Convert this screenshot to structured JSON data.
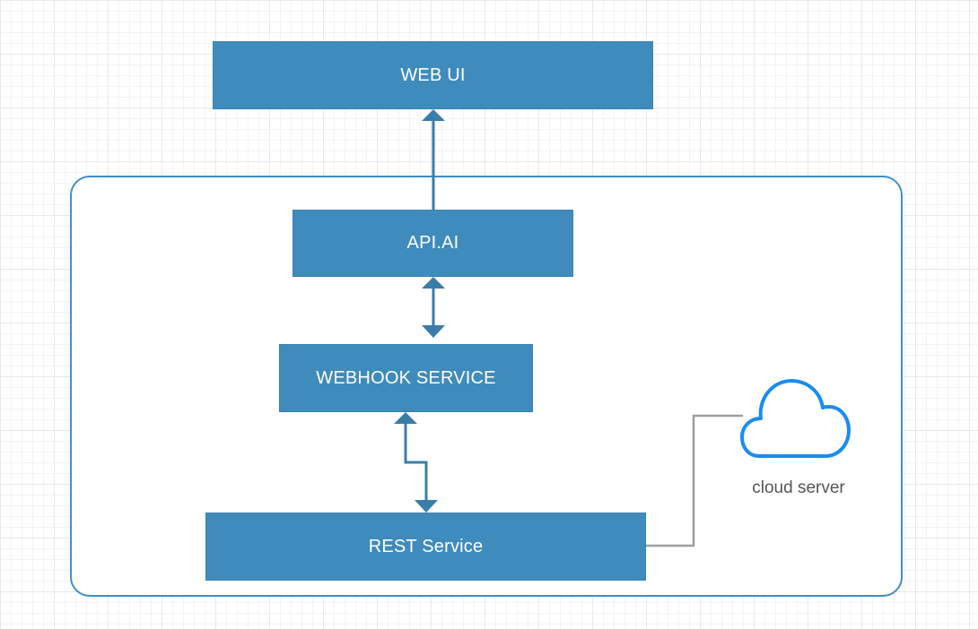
{
  "nodes": {
    "web_ui": "WEB UI",
    "api_ai": "API.AI",
    "webhook_service": "WEBHOOK SERVICE",
    "rest_service": "REST Service"
  },
  "cloud": {
    "label": "cloud server",
    "icon": "cloud-icon"
  },
  "colors": {
    "node_fill": "#3f8bbb",
    "node_text": "#ffffff",
    "connector": "#3a7daa",
    "container_border": "#3f8fc7",
    "cloud_stroke": "#1a8cf0",
    "line_gray": "#9e9e9e"
  }
}
